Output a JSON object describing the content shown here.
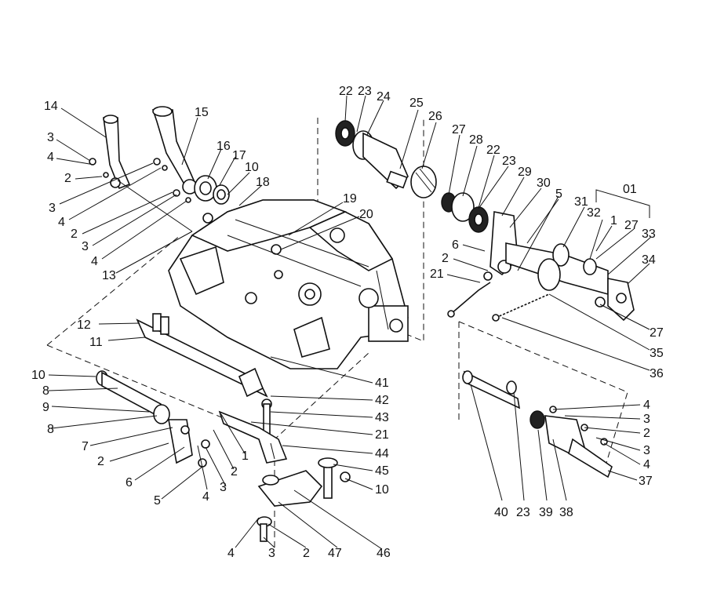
{
  "diagram": {
    "callouts": [
      "01",
      "1",
      "2",
      "3",
      "4",
      "5",
      "6",
      "7",
      "8",
      "9",
      "10",
      "11",
      "12",
      "13",
      "14",
      "15",
      "16",
      "17",
      "18",
      "19",
      "20",
      "21",
      "22",
      "23",
      "24",
      "25",
      "26",
      "27",
      "28",
      "29",
      "30",
      "31",
      "32",
      "33",
      "34",
      "35",
      "36",
      "37",
      "38",
      "39",
      "40",
      "41",
      "42",
      "43",
      "44",
      "45",
      "46",
      "47"
    ]
  }
}
